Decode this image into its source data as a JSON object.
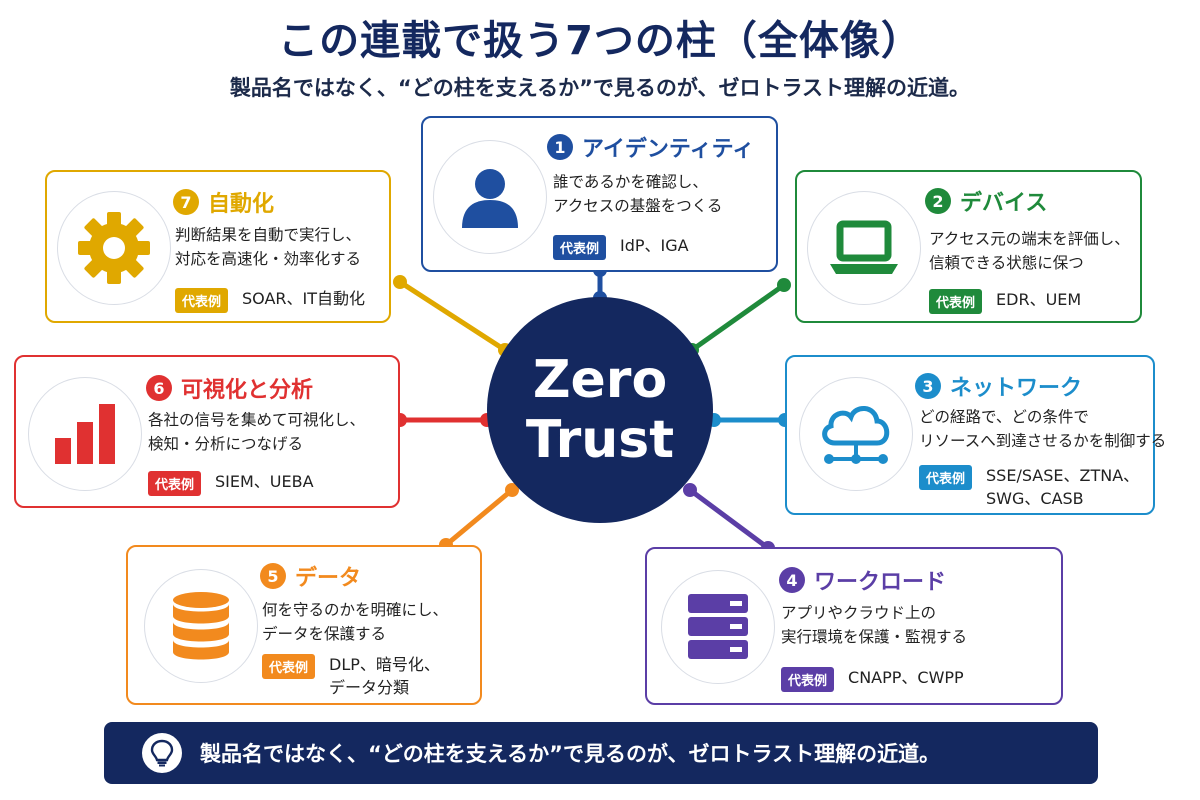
{
  "header": {
    "title": "この連載で扱う7つの柱（全体像）",
    "subtitle": "製品名ではなく、“どの柱を支えるか”で見るのが、ゼロトラスト理解の近道。"
  },
  "hub": {
    "line1": "Zero",
    "line2": "Trust"
  },
  "example_label": "代表例",
  "pillars": [
    {
      "number": "1",
      "title": "アイデンティティ",
      "color": "#1f4fa0",
      "icon": "user-icon",
      "desc": [
        "誰であるかを確認し、",
        "アクセスの基盤をつくる"
      ],
      "examples": [
        "IdP、IGA"
      ]
    },
    {
      "number": "2",
      "title": "デバイス",
      "color": "#1f8a3b",
      "icon": "laptop-icon",
      "desc": [
        "アクセス元の端末を評価し、",
        "信頼できる状態に保つ"
      ],
      "examples": [
        "EDR、UEM"
      ]
    },
    {
      "number": "3",
      "title": "ネットワーク",
      "color": "#1c8dcb",
      "icon": "cloud-network-icon",
      "desc": [
        "どの経路で、どの条件で",
        "リソースへ到達させるかを制御する"
      ],
      "examples": [
        "SSE/SASE、ZTNA、",
        "SWG、CASB"
      ]
    },
    {
      "number": "4",
      "title": "ワークロード",
      "color": "#5b3ea6",
      "icon": "server-icon",
      "desc": [
        "アプリやクラウド上の",
        "実行環境を保護・監視する"
      ],
      "examples": [
        "CNAPP、CWPP"
      ]
    },
    {
      "number": "5",
      "title": "データ",
      "color": "#f28a1e",
      "icon": "database-icon",
      "desc": [
        "何を守るのかを明確にし、",
        "データを保護する"
      ],
      "examples": [
        "DLP、暗号化、",
        "データ分類"
      ]
    },
    {
      "number": "6",
      "title": "可視化と分析",
      "color": "#e03131",
      "icon": "bar-chart-icon",
      "desc": [
        "各社の信号を集めて可視化し、",
        "検知・分析につなげる"
      ],
      "examples": [
        "SIEM、UEBA"
      ]
    },
    {
      "number": "7",
      "title": "自動化",
      "color": "#e0a800",
      "icon": "gear-icon",
      "desc": [
        "判断結果を自動で実行し、",
        "対応を高速化・効率化する"
      ],
      "examples": [
        "SOAR、IT自動化"
      ]
    }
  ],
  "footer": {
    "icon": "lightbulb-icon",
    "text": "製品名ではなく、“どの柱を支えるか”で見るのが、ゼロトラスト理解の近道。"
  }
}
